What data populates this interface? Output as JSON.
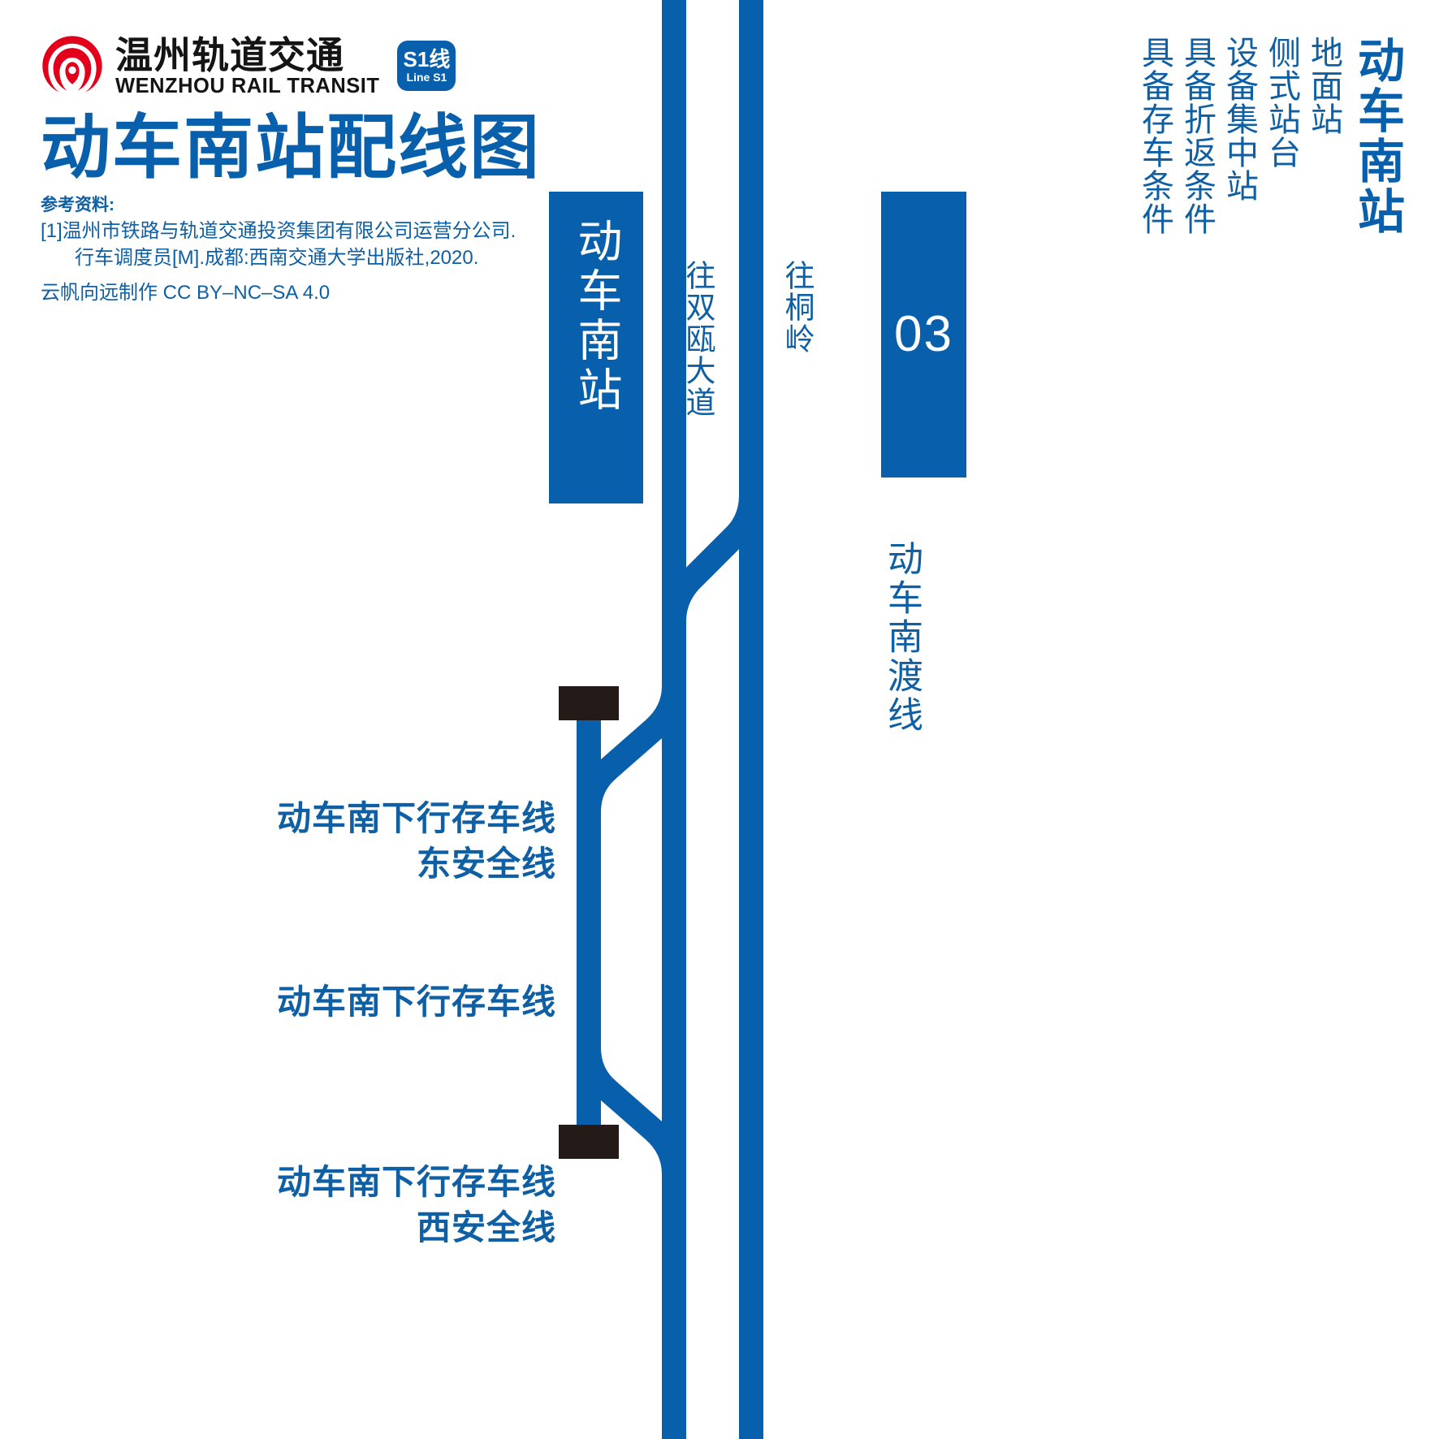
{
  "colors": {
    "rail_blue": "#0860AC",
    "text_blue": "#0E5FA4",
    "logo_red": "#E2001A",
    "buffer_dark": "#241A17",
    "white": "#FFFFFF"
  },
  "header": {
    "logo_icon": "wenzhou-rail-transit-logo-icon",
    "brand_cn": "温州轨道交通",
    "brand_en": "WENZHOU RAIL TRANSIT",
    "line_badge_cn": "S1线",
    "line_badge_en": "Line S1",
    "title": "动车南站配线图",
    "reference_heading": "参考资料:",
    "reference_line1": "[1]温州市铁路与轨道交通投资集团有限公司运营分公司.",
    "reference_line2": "行车调度员[M].成都:西南交通大学出版社,2020.",
    "credit": "云帆向远制作 CC BY–NC–SA 4.0"
  },
  "legend": {
    "station_title": "动车南站",
    "notes": [
      "地面站",
      "侧式站台",
      "设备集中站",
      "具备折返条件",
      "具备存车条件"
    ]
  },
  "diagram": {
    "station_badge": "动车南站",
    "station_number": "03",
    "direction_left": "往双瓯大道",
    "direction_right": "往桐岭",
    "crossover_label": "动车南渡线",
    "siding_labels": [
      {
        "line1": "动车南下行存车线",
        "line2": "东安全线"
      },
      {
        "line1": "动车南下行存车线",
        "line2": ""
      },
      {
        "line1": "动车南下行存车线",
        "line2": "西安全线"
      }
    ]
  }
}
